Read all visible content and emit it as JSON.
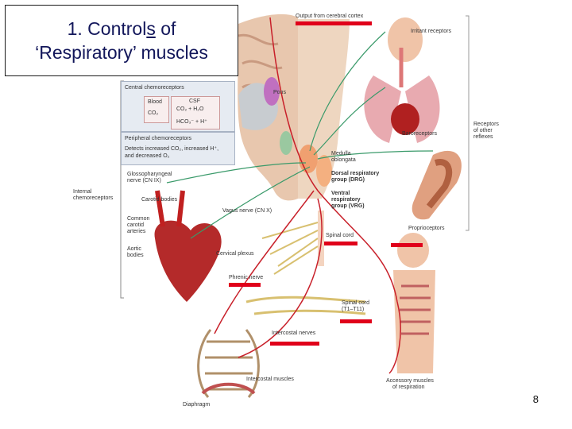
{
  "title": {
    "line1_pre": "1. Control",
    "line1_ul": "s",
    "line1_post": " of",
    "line2": "‘Respiratory’ muscles"
  },
  "page_number": "8",
  "labels": {
    "output_cortex": "Output from cerebral cortex",
    "irritant": "Irritant receptors",
    "pons": "Pons",
    "baroreceptors": "Baroreceptors",
    "receptors_other_1": "Receptors",
    "receptors_other_2": "of other",
    "receptors_other_3": "reflexes",
    "central_chemo": "Central chemoreceptors",
    "blood": "Blood",
    "co2": "CO₂",
    "csf": "CSF",
    "eq1": "CO₂ + H₂O",
    "eq2": "HCO₃⁻ + H⁺",
    "peripheral_chemo": "Peripheral chemoreceptors",
    "detects_1": "Detects increased CO₂, increased H⁺,",
    "detects_2": "and decreased O₂",
    "medulla_1": "Medulla",
    "medulla_2": "oblongata",
    "drg_1": "Dorsal respiratory",
    "drg_2": "group (DRG)",
    "vrg_1": "Ventral",
    "vrg_2": "respiratory",
    "vrg_3": "group (VRG)",
    "glosso_1": "Glossopharyngeal",
    "glosso_2": "nerve (CN IX)",
    "carotid_bodies": "Carotid bodies",
    "internal_1": "Internal",
    "internal_2": "chemoreceptors",
    "common_1": "Common",
    "common_2": "carotid",
    "common_3": "arteries",
    "aortic_1": "Aortic",
    "aortic_2": "bodies",
    "vagus": "Vagus nerve (CN X)",
    "proprioceptors": "Proprioceptors",
    "spinal_cord": "Spinal cord",
    "cervical_plexus": "Cervical plexus",
    "phrenic": "Phrenic nerve",
    "spinal_cord_t": "Spinal cord",
    "t_range": "(T1–T11)",
    "intercostal_nerves": "Intercostal nerves",
    "intercostal_muscles": "Intercostal muscles",
    "diaphragm": "Diaphragm",
    "accessory_1": "Accessory muscles",
    "accessory_2": "of respiration"
  },
  "colors": {
    "title_text": "#12165a",
    "highlight_bar": "#e0001a",
    "nerve_red": "#c8202a",
    "nerve_green": "#3a9a6a",
    "nerve_yellow": "#d8c070"
  }
}
